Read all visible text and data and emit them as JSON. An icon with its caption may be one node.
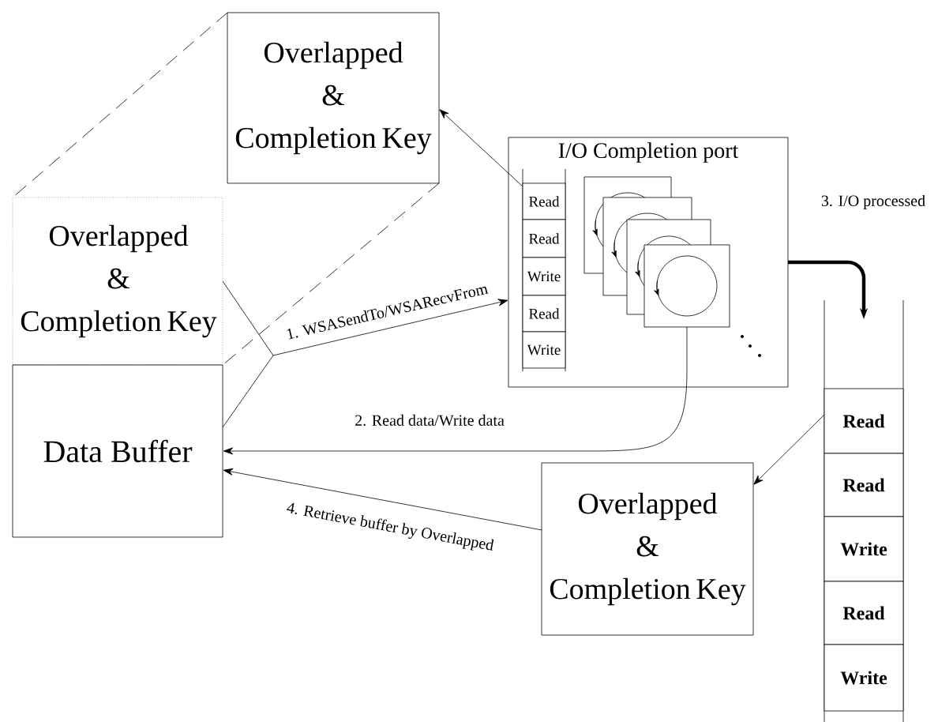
{
  "diagram": {
    "nodes": [
      {
        "text": [
          "Overlapped & Completion Key"
        ]
      },
      {
        "text": [
          "Overlapped & Completion Key"
        ]
      },
      {
        "text": [
          "Data Buffer"
        ]
      },
      {
        "text": [
          "I/O Completion port"
        ]
      },
      {
        "text": [
          "Read"
        ],
        "in": 3
      },
      {
        "text": [
          "Read"
        ],
        "in": 3
      },
      {
        "text": [
          "Write"
        ],
        "in": 3
      },
      {
        "text": [
          "Read"
        ],
        "in": 3
      },
      {
        "text": [
          "Write"
        ],
        "in": 3
      },
      {
        "text": [],
        "shape": "box",
        "in": 3
      },
      {
        "text": [],
        "shape": "box",
        "in": 3
      },
      {
        "text": [],
        "shape": "box",
        "in": 3
      },
      {
        "text": [],
        "shape": "box",
        "in": 3
      },
      {
        "text": [],
        "shape": "tube"
      },
      {
        "text": [
          "Read"
        ],
        "in": 13
      },
      {
        "text": [
          "Read"
        ],
        "in": 13
      },
      {
        "text": [
          "Write"
        ],
        "in": 13
      },
      {
        "text": [
          "Read"
        ],
        "in": 13
      },
      {
        "text": [
          "Write"
        ],
        "in": 13
      },
      {
        "text": [
          "Overlapped & Completion Key"
        ]
      }
    ],
    "edges": [
      {
        "from": 1,
        "to": 3,
        "arrow": "to",
        "label": "1. WSASendTo/WSARecvFrom"
      },
      {
        "from": 2,
        "to": 3,
        "arrow": "to"
      },
      {
        "from": 4,
        "to": 0,
        "arrow": "to"
      },
      {
        "from": 3,
        "to": 13,
        "arrow": "to",
        "style": "thick",
        "label": "3. I/O processed"
      },
      {
        "from": 12,
        "to": 2,
        "arrow": "to",
        "label": "2. Read data/Write data"
      },
      {
        "from": 14,
        "to": 19,
        "arrow": "to"
      },
      {
        "from": 19,
        "to": 2,
        "arrow": "to",
        "label": "4. Retrieve buffer by Overlapped"
      },
      {
        "from": 0,
        "to": 1,
        "arrow": "none",
        "style": "dashed"
      },
      {
        "from": 0,
        "to": 1,
        "arrow": "none",
        "style": "dashed"
      }
    ]
  }
}
